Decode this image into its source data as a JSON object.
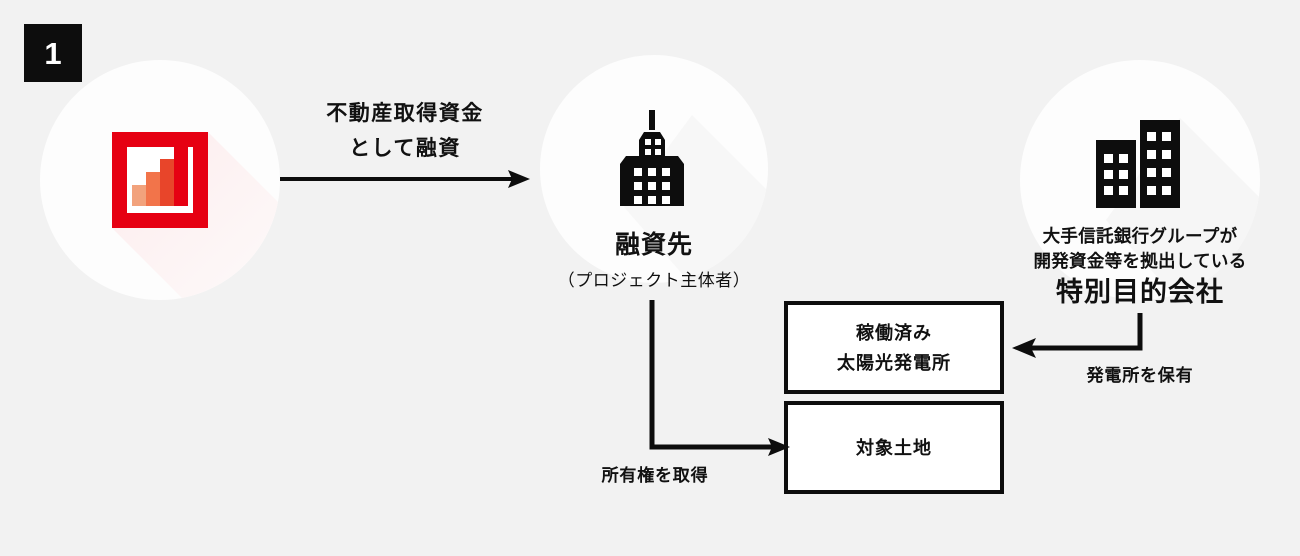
{
  "meta": {
    "background_color": "#f2f2f2",
    "accent_color": "#e60012",
    "ink_color": "#111111"
  },
  "badge": {
    "number": "1"
  },
  "nodes": {
    "borrower": {
      "icon_name": "bar-chart-icon",
      "icon_colors": [
        "#f2a27c",
        "#f2744a",
        "#e8452a",
        "#e60012"
      ],
      "frame_color": "#e60012"
    },
    "lendee": {
      "icon_name": "skyscraper-icon",
      "title": "融資先",
      "subtitle": "（プロジェクト主体者）"
    },
    "spv": {
      "icon_name": "office-buildings-icon",
      "line1": "大手信託銀行グループが",
      "line2": "開発資金等を拠出している",
      "line3": "特別目的会社"
    }
  },
  "boxes": [
    {
      "id": "solar",
      "line1": "稼働済み",
      "line2": "太陽光発電所"
    },
    {
      "id": "land",
      "line1": "対象土地",
      "line2": ""
    }
  ],
  "arrows": {
    "loan": {
      "label_line1": "不動産取得資金",
      "label_line2": "として融資",
      "direction": "right"
    },
    "ownership": {
      "label": "所有権を取得",
      "direction": "down-right"
    },
    "hold": {
      "label": "発電所を保有",
      "direction": "left"
    }
  }
}
